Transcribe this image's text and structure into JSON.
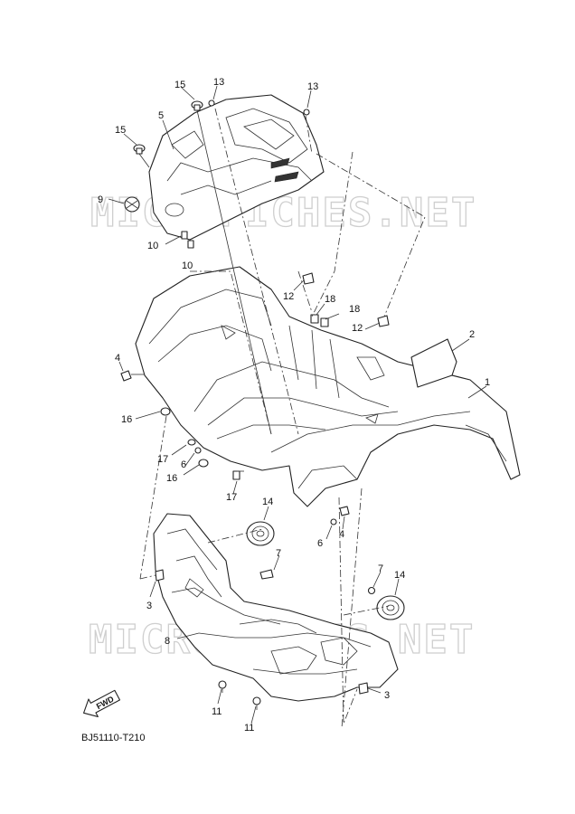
{
  "watermark": "MICROFICHES.NET",
  "diagram_code": "BJ51110-T210",
  "fwd_label": "FWD",
  "callouts": {
    "c1": "1",
    "c2": "2",
    "c3a": "3",
    "c3b": "3",
    "c4a": "4",
    "c4b": "4",
    "c5": "5",
    "c6a": "6",
    "c6b": "6",
    "c7a": "7",
    "c7b": "7",
    "c8": "8",
    "c9": "9",
    "c10a": "10",
    "c10b": "10",
    "c11a": "11",
    "c11b": "11",
    "c12a": "12",
    "c12b": "12",
    "c13a": "13",
    "c13b": "13",
    "c14a": "14",
    "c14b": "14",
    "c15a": "15",
    "c15b": "15",
    "c16a": "16",
    "c16b": "16",
    "c17a": "17",
    "c17b": "17",
    "c18a": "18",
    "c18b": "18"
  }
}
